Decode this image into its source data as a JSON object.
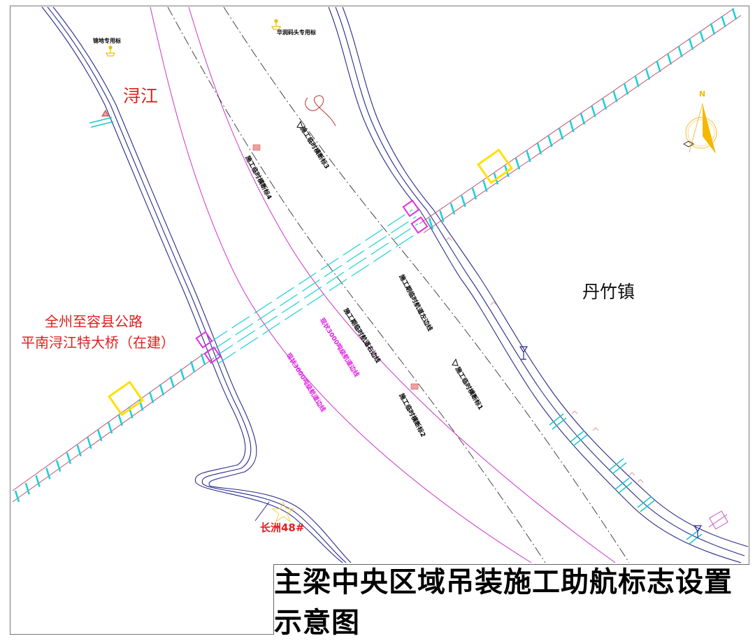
{
  "title": "主梁中央区域吊装施工助航标志设置示意图",
  "labels": {
    "river": "浔江",
    "town": "丹竹镇",
    "bridge_line1": "全州至容县公路",
    "bridge_line2": "平南浔江特大桥（在建）",
    "buoy": "长洲48#",
    "north": "N",
    "sign_top_left": "锦地专用标",
    "sign_top_center": "华润码头专用标"
  },
  "rotated_labels": {
    "section_mark_4": "施工临时横断标4",
    "section_mark_3": "施工临时横断标3",
    "section_mark_2": "施工临时横断标2",
    "section_mark_1": "施工临时横断标1",
    "temp_channel_left": "施工期临时航道左边线",
    "temp_channel_right": "施工期临时航道右边线",
    "existing_channel_left": "现状3000吨级航道边线",
    "existing_channel_right": "现状3000吨级航道边线"
  },
  "colors": {
    "river_bank": "#2a2a8c",
    "channel_line": "#cc33cc",
    "channel_text": "#e020e0",
    "bridge_deck": "#c0506a",
    "bridge_tick": "#18d0d8",
    "pier_highlight": "#ffe000",
    "pier_magenta": "#e030e0",
    "label_red": "#e02020",
    "north_arrow": "#f5b800"
  }
}
